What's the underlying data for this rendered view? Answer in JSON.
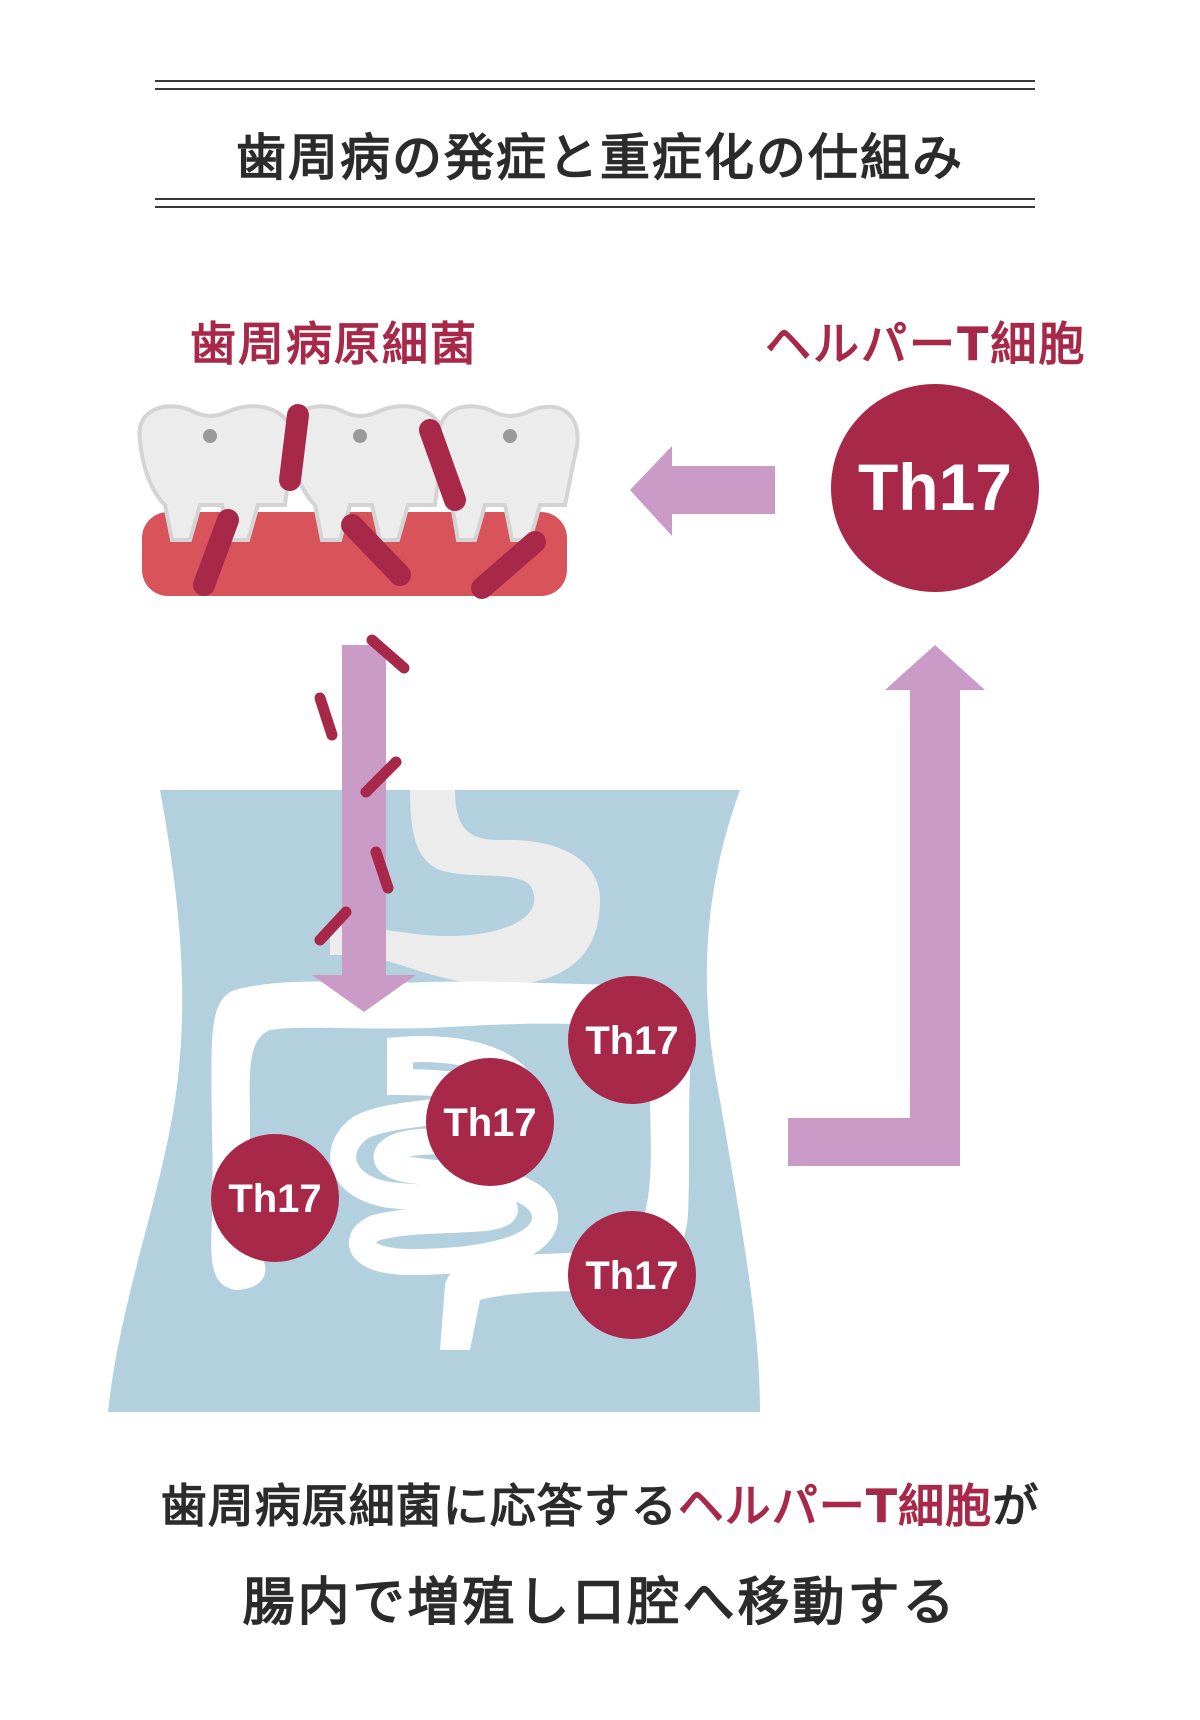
{
  "title": "歯周病の発症と重症化の仕組み",
  "labels": {
    "bacteria": "歯周病原細菌",
    "helper_t": "ヘルパーT細胞"
  },
  "cells": {
    "large": "Th17",
    "gut": [
      "Th17",
      "Th17",
      "Th17",
      "Th17"
    ]
  },
  "caption": {
    "line1_part1": "歯周病原細菌に応答する",
    "line1_highlight": "ヘルパーT細胞",
    "line1_part2": "が",
    "line2": "腸内で増殖し口腔へ移動する"
  },
  "colors": {
    "accent": "#a8284a",
    "arrow": "#c99bc6",
    "gum": "#d9535a",
    "tooth": "#ececec",
    "body": "#b3d0df",
    "intestine": "#ffffff"
  }
}
